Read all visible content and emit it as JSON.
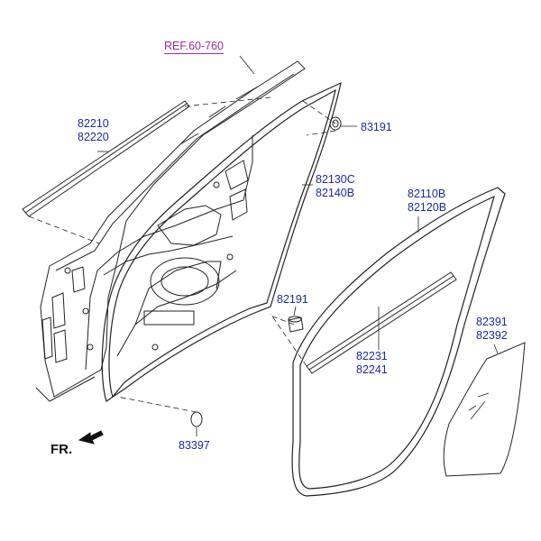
{
  "reference": "REF.60-760",
  "direction_label": "FR.",
  "callouts": [
    {
      "id": "belt-molding",
      "lines": [
        "82210",
        "82220"
      ]
    },
    {
      "id": "plug-top",
      "lines": [
        "83191"
      ]
    },
    {
      "id": "body-side-seal",
      "lines": [
        "82130C",
        "82140B"
      ]
    },
    {
      "id": "door-weatherstrip",
      "lines": [
        "82110B",
        "82120B"
      ]
    },
    {
      "id": "bumper",
      "lines": [
        "82191"
      ]
    },
    {
      "id": "inner-seal",
      "lines": [
        "82231",
        "82241"
      ]
    },
    {
      "id": "film",
      "lines": [
        "82391",
        "82392"
      ]
    },
    {
      "id": "plug-bottom",
      "lines": [
        "83397"
      ]
    }
  ],
  "colors": {
    "label": "#1a2a9c",
    "reference": "#9b2aa8",
    "line": "#222222"
  }
}
